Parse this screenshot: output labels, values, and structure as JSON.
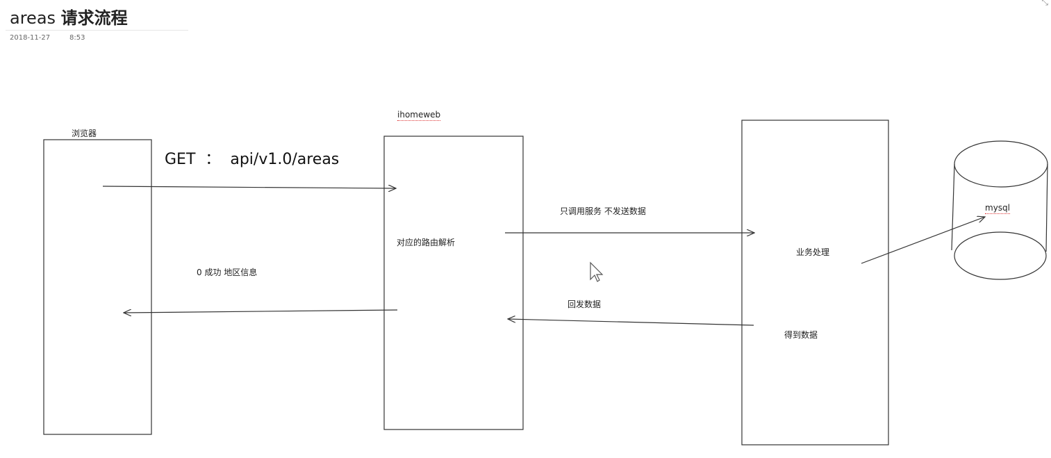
{
  "header": {
    "title_latin": "areas ",
    "title_cjk": "请求流程",
    "date": "2018-11-27",
    "time": "8:53"
  },
  "diagram": {
    "nodes": {
      "browser": "浏览器",
      "ihomeweb": "ihomeweb",
      "mysql": "mysql"
    },
    "labels": {
      "request": "GET  ：  api/v1.0/areas",
      "response": "0  成功   地区信息",
      "route_parse": "对应的路由解析",
      "call_service": "只调用服务 不发送数据",
      "business": "业务处理",
      "send_back": "回发数据",
      "get_data": "得到数据"
    }
  },
  "icons": {
    "cursor": "mouse-cursor-icon",
    "corner": "resize-corner-icon"
  },
  "colors": {
    "stroke": "#333333",
    "spellcheck_underline": "#dd3333"
  }
}
